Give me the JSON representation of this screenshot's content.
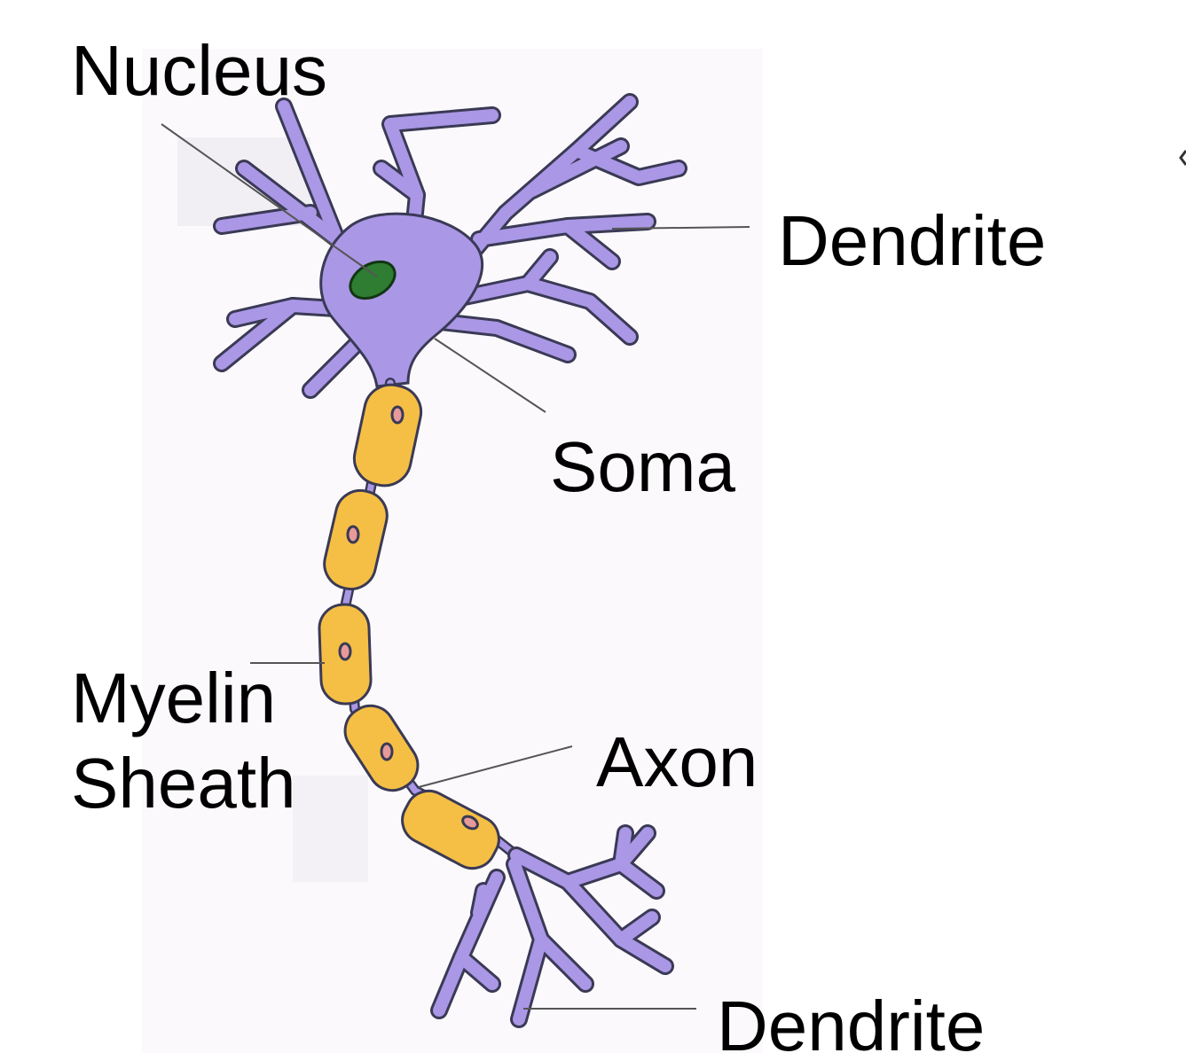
{
  "labels": {
    "nucleus": "Nucleus",
    "dendrite_top": "Dendrite",
    "soma": "Soma",
    "myelin_line1": "Myelin",
    "myelin_line2": "Sheath",
    "axon": "Axon",
    "dendrite_bottom": "Dendrite"
  },
  "colors": {
    "cell_body": "#aa97e6",
    "cell_outline": "#3a3a55",
    "nucleus": "#2e7d32",
    "myelin": "#f5bf45",
    "schwann_nucleus": "#e79a9a",
    "leader_line": "#555555",
    "panel_bg": "#fcf9fd"
  }
}
